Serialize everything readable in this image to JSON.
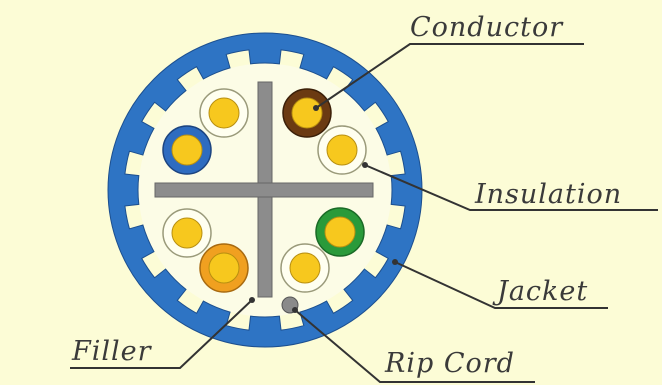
{
  "labels": {
    "conductor": "Conductor",
    "insulation": "Insulation",
    "jacket": "Jacket",
    "filler": "Filler",
    "rip_cord": "Rip Cord"
  },
  "colors": {
    "background": "#FCFCD6",
    "jacket": "#2E74C4",
    "jacket_interior": "#FCFCE6",
    "filler": "#8C8C8C",
    "conductor": "#F7C81E",
    "insulation_white": "#FFFFF0",
    "insulation_brown": "#6B3A12",
    "insulation_blue": "#2E6CC0",
    "insulation_green": "#2A9A3A",
    "insulation_orange": "#F0A020",
    "rip_cord": "#8A8A8A",
    "leader_line": "#333333"
  },
  "wire_pairs": [
    {
      "pair": "orange",
      "wires": [
        "orange",
        "white"
      ]
    },
    {
      "pair": "brown",
      "wires": [
        "brown",
        "white"
      ]
    },
    {
      "pair": "blue",
      "wires": [
        "blue",
        "white"
      ]
    },
    {
      "pair": "green",
      "wires": [
        "green",
        "white"
      ]
    }
  ]
}
